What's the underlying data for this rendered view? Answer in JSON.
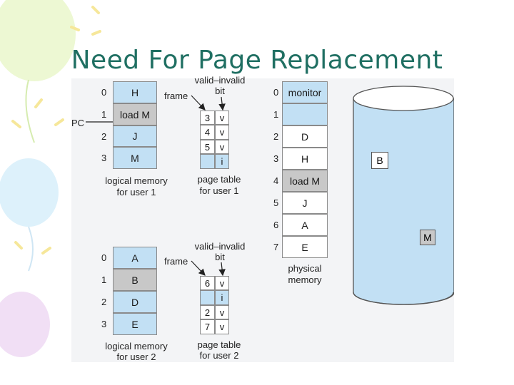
{
  "slide": {
    "title": "Need For Page Replacement"
  },
  "user1": {
    "indices": [
      "0",
      "1",
      "2",
      "3"
    ],
    "pages": [
      "H",
      "load M",
      "J",
      "M"
    ],
    "pc_label": "PC",
    "frame_label": "frame",
    "valid_invalid_label_1": "valid–invalid",
    "valid_invalid_label_2": "bit",
    "page_table_frames": [
      "3",
      "4",
      "5",
      ""
    ],
    "page_table_bits": [
      "v",
      "v",
      "v",
      "i"
    ],
    "logical_memory_label_1": "logical memory",
    "logical_memory_label_2": "for user 1",
    "page_table_label_1": "page table",
    "page_table_label_2": "for user 1"
  },
  "user2": {
    "indices": [
      "0",
      "1",
      "2",
      "3"
    ],
    "pages": [
      "A",
      "B",
      "D",
      "E"
    ],
    "frame_label": "frame",
    "valid_invalid_label_1": "valid–invalid",
    "valid_invalid_label_2": "bit",
    "page_table_frames": [
      "6",
      "",
      "2",
      "7"
    ],
    "page_table_bits": [
      "v",
      "i",
      "v",
      "v"
    ],
    "logical_memory_label_1": "logical memory",
    "logical_memory_label_2": "for user 2",
    "page_table_label_1": "page table",
    "page_table_label_2": "for user 2"
  },
  "physical_memory": {
    "indices": [
      "0",
      "1",
      "2",
      "3",
      "4",
      "5",
      "6",
      "7"
    ],
    "frames": [
      "monitor",
      "",
      "D",
      "H",
      "load M",
      "J",
      "A",
      "E"
    ],
    "label_1": "physical",
    "label_2": "memory"
  },
  "backing_store": {
    "block_b": "B",
    "block_m": "M"
  }
}
